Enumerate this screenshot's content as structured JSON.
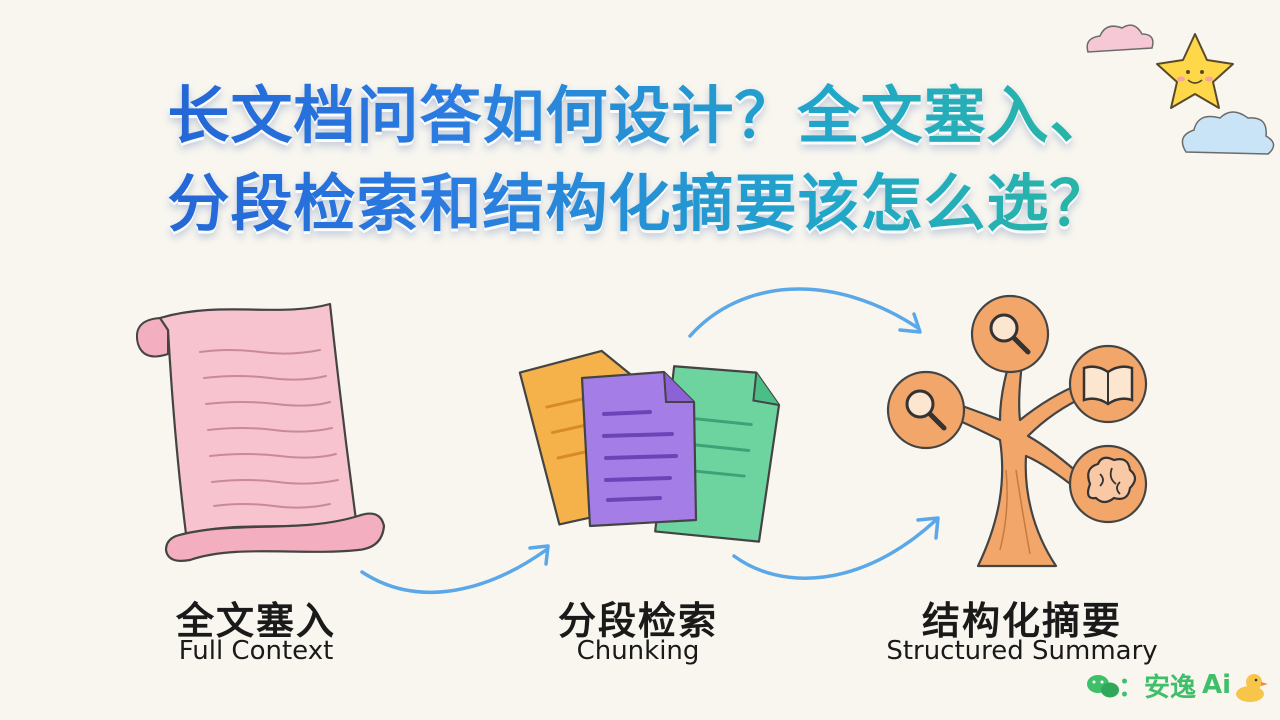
{
  "title": {
    "line1": "长文档问答如何设计？全文塞入、",
    "line2": "分段检索和结构化摘要该怎么选？"
  },
  "stages": [
    {
      "cn": "全文塞入",
      "en": "Full Context"
    },
    {
      "cn": "分段检索",
      "en": "Chunking"
    },
    {
      "cn": "结构化摘要",
      "en": "Structured Summary"
    }
  ],
  "tree_icons": [
    "search-icon",
    "search-icon",
    "book-icon",
    "brain-icon"
  ],
  "watermark": {
    "prefix": "：安逸",
    "brand": "Ai"
  },
  "colors": {
    "scroll": "#f6c3cf",
    "doc_orange": "#f6b24a",
    "doc_purple": "#a47ee6",
    "doc_green": "#6dd4a0",
    "tree": "#f2a66a",
    "arrow": "#5aa8e8",
    "star": "#ffd84a",
    "cloud_pink": "#f6c8d6",
    "cloud_blue": "#c8e4f6"
  }
}
